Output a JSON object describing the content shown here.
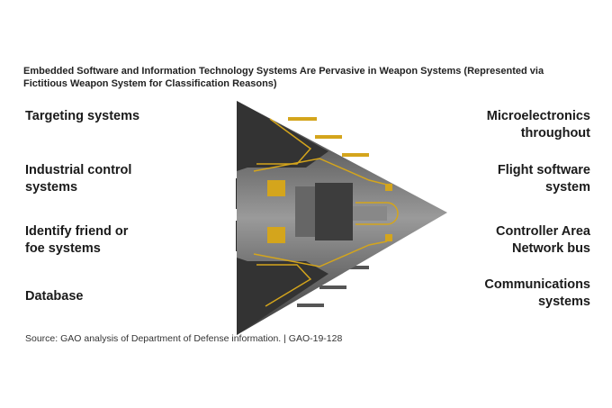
{
  "title": "Embedded Software and Information Technology Systems Are Pervasive in Weapon Systems (Represented via Fictitious Weapon System for Classification Reasons)",
  "labels_left": [
    "Targeting systems",
    "Industrial control systems",
    "Identify friend or foe systems",
    "Database"
  ],
  "labels_right": [
    "Microelectronics throughout",
    "Flight software system",
    "Controller Area Network bus",
    "Communications systems"
  ],
  "source": "Source: GAO analysis of Department of Defense information.  |  GAO-19-128",
  "colors": {
    "accent": "#d4a51c",
    "body": "#555555",
    "dark": "#2e2e2e"
  }
}
